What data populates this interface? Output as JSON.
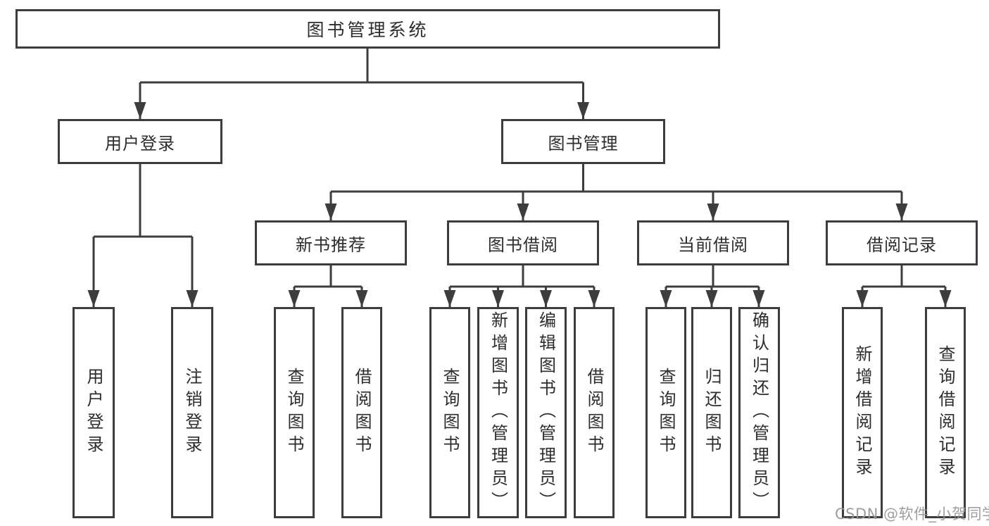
{
  "tree": {
    "label": "图书管理系统",
    "children": [
      {
        "label": "用户登录",
        "children": [
          {
            "label": "用户登录"
          },
          {
            "label": "注销登录"
          }
        ]
      },
      {
        "label": "图书管理",
        "children": [
          {
            "label": "新书推荐",
            "children": [
              {
                "label": "查询图书"
              },
              {
                "label": "借阅图书"
              }
            ]
          },
          {
            "label": "图书借阅",
            "children": [
              {
                "label": "查询图书"
              },
              {
                "label": "新增图书（管理员）"
              },
              {
                "label": "编辑图书（管理员）"
              },
              {
                "label": "借阅图书"
              }
            ]
          },
          {
            "label": "当前借阅",
            "children": [
              {
                "label": "查询图书"
              },
              {
                "label": "归还图书"
              },
              {
                "label": "确认归还（管理员）"
              }
            ]
          },
          {
            "label": "借阅记录",
            "children": [
              {
                "label": "新增借阅记录"
              },
              {
                "label": "查询借阅记录"
              }
            ]
          }
        ]
      }
    ]
  },
  "watermark": "CSDN @软件_小贺同学",
  "colors": {
    "line": "#3d3d3d",
    "box_border": "#3d3d3d",
    "text": "#2d2d2d",
    "watermark": "#949494",
    "background": "#ffffff"
  }
}
